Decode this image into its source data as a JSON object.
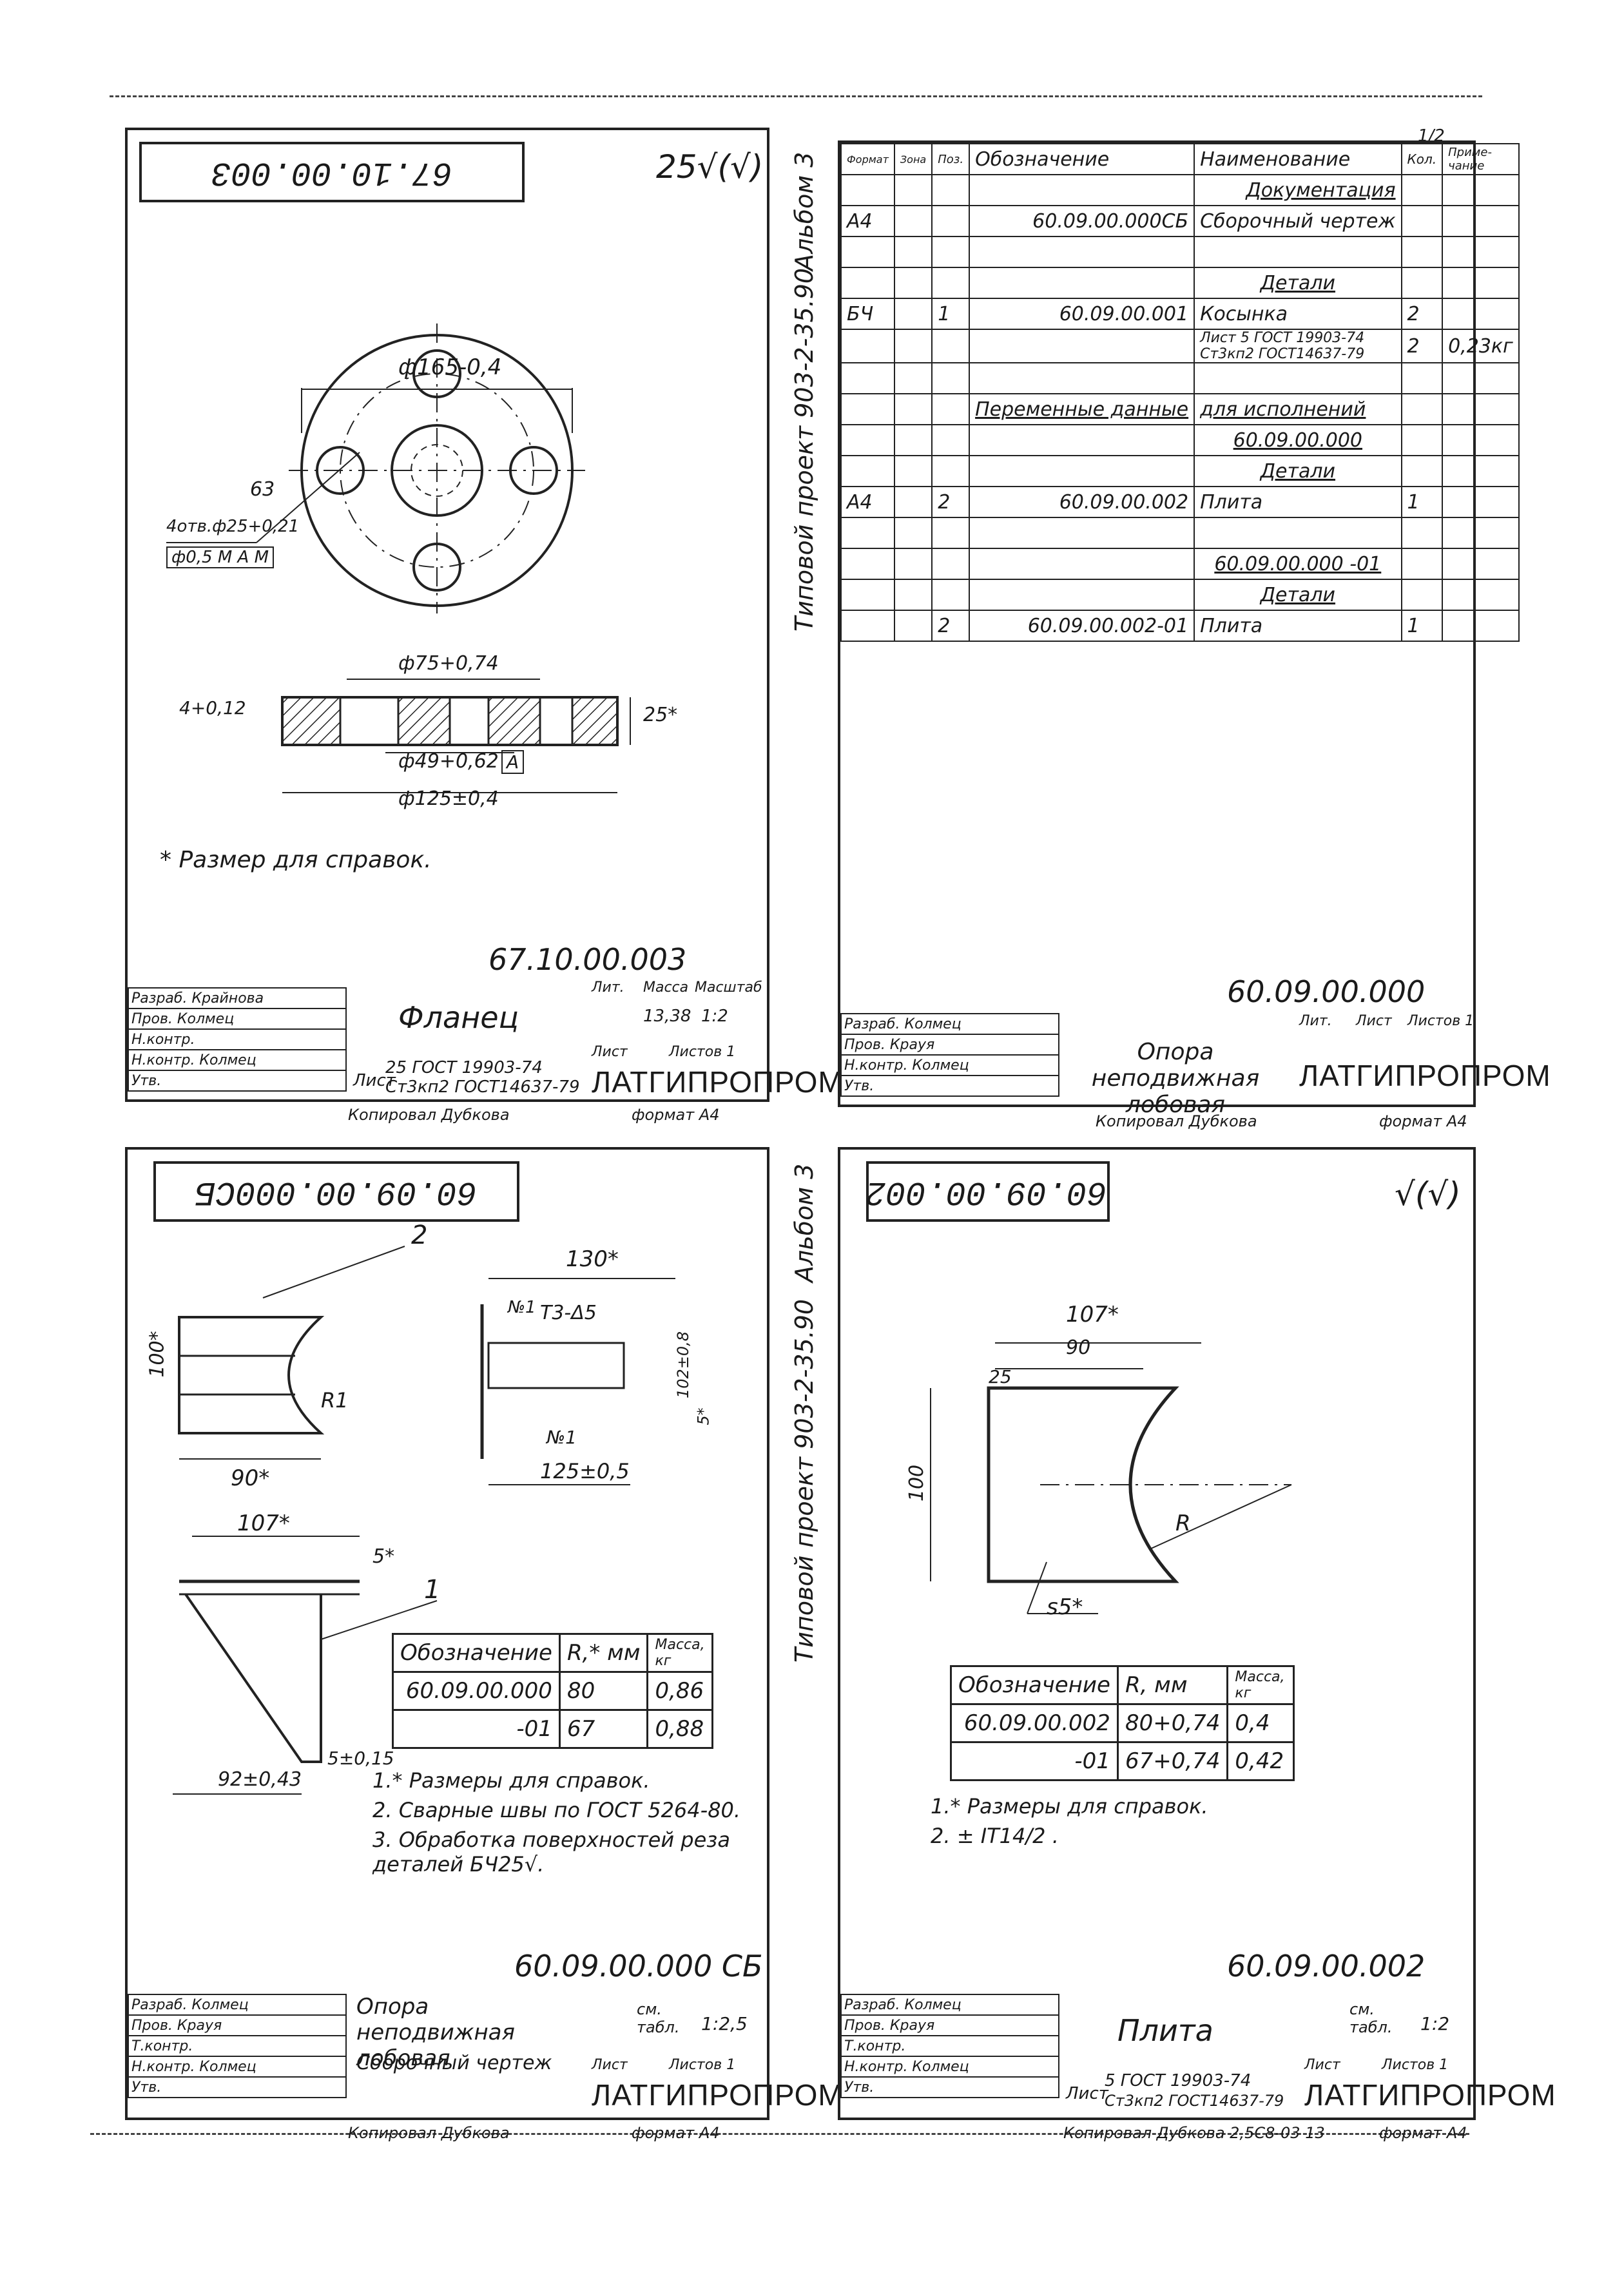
{
  "page": {
    "top_mark": "1/2",
    "album": "Альбом 3",
    "project": "Типовой проект 903-2-35.90",
    "format": "формат А4",
    "copier": "Копировал Дубкова",
    "bottom_note": "Копировал Дубкова 2,5С8-03 13"
  },
  "flange": {
    "code": "67.10.00.003",
    "roughness": "25√(√)",
    "dims": {
      "outer": "ф165-0,4",
      "hole": "4отв.ф25+0,21",
      "tol": "ф0,5 М А М",
      "angle": "63",
      "bore": "ф75+0,74",
      "inner": "ф49+0,62",
      "datum": "А",
      "pcd": "ф125±0,4",
      "thk": "25*",
      "chamfer": "4+0,12"
    },
    "note": "* Размер для справок.",
    "title_block": {
      "code": "67.10.00.003",
      "name": "Фланец",
      "mass": "13,38",
      "scale": "1:2",
      "sheet": "Лист",
      "sheets": "Листов 1",
      "material_top": "25 ГОСТ 19903-74",
      "material_bottom": "Ст3кп2 ГОСТ14637-79",
      "material_label": "Лист",
      "org": "ЛАТГИПРОПРОМ",
      "rows": [
        "Разраб. Крайнова",
        "Пров. Колмец",
        "Н.контр.",
        "Н.контр. Колмец",
        "Утв."
      ],
      "lit": "Лит.",
      "mass_label": "Масса",
      "scale_label": "Масштаб"
    }
  },
  "spec": {
    "headers": [
      "Формат",
      "Зона",
      "Поз.",
      "Обозначение",
      "Наименование",
      "Кол.",
      "Приме-чание"
    ],
    "rows": [
      [
        "",
        "",
        "",
        "",
        "Документация",
        "",
        ""
      ],
      [
        "А4",
        "",
        "",
        "60.09.00.000СБ",
        "Сборочный чертеж",
        "",
        ""
      ],
      [
        "",
        "",
        "",
        "",
        "",
        "",
        ""
      ],
      [
        "",
        "",
        "",
        "",
        "Детали",
        "",
        ""
      ],
      [
        "БЧ",
        "",
        "1",
        "60.09.00.001",
        "Косынка",
        "2",
        ""
      ],
      [
        "",
        "",
        "",
        "",
        "Лист 5 ГОСТ 19903-74 Ст3кп2 ГОСТ14637-79",
        "2",
        "0,23кг"
      ],
      [
        "",
        "",
        "",
        "",
        "",
        "",
        ""
      ],
      [
        "",
        "",
        "",
        "Переменные данные",
        "для исполнений",
        "",
        ""
      ],
      [
        "",
        "",
        "",
        "",
        "60.09.00.000",
        "",
        ""
      ],
      [
        "",
        "",
        "",
        "",
        "Детали",
        "",
        ""
      ],
      [
        "А4",
        "",
        "2",
        "60.09.00.002",
        "Плита",
        "1",
        ""
      ],
      [
        "",
        "",
        "",
        "",
        "",
        "",
        ""
      ],
      [
        "",
        "",
        "",
        "",
        "60.09.00.000 -01",
        "",
        ""
      ],
      [
        "",
        "",
        "",
        "",
        "Детали",
        "",
        ""
      ],
      [
        "",
        "",
        "2",
        "60.09.00.002-01",
        "Плита",
        "1",
        ""
      ]
    ],
    "title_block": {
      "code": "60.09.00.000",
      "name": "Опора неподвижная лобовая",
      "lit": "Лит.",
      "sheet": "Лист",
      "sheets": "Листов 1",
      "org": "ЛАТГИПРОПРОМ",
      "rows": [
        "Разраб. Колмец",
        "Пров. Крауя",
        "Н.контр. Колмец",
        "Утв."
      ]
    }
  },
  "assembly": {
    "code": "60.09.00.000СБ",
    "dims": {
      "w130": "130*",
      "weld": "Т3-Δ5",
      "n1a": "№1",
      "n1b": "№1",
      "w125": "125±0,5",
      "h100": "100*",
      "w90": "90*",
      "r": "R1",
      "w107": "107*",
      "h5": "5*",
      "d1": "1",
      "d2": "2",
      "w92": "92±0,43",
      "w5": "5±0,15",
      "s5": "5*",
      "h102": "102±0,8"
    },
    "table": {
      "headers": [
        "Обозначение",
        "R,* мм",
        "Масса, кг"
      ],
      "rows": [
        [
          "60.09.00.000",
          "80",
          "0,86"
        ],
        [
          "-01",
          "67",
          "0,88"
        ]
      ]
    },
    "notes": [
      "1.* Размеры для справок.",
      "2. Сварные швы по ГОСТ 5264-80.",
      "3. Обработка поверхностей реза деталей БЧ25√."
    ],
    "title_block": {
      "code": "60.09.00.000 СБ",
      "name": "Опора неподвижная лобовая",
      "subname": "Сборочный чертеж",
      "mass": "см. табл.",
      "scale": "1:2,5",
      "sheet": "Лист",
      "sheets": "Листов 1",
      "org": "ЛАТГИПРОПРОМ",
      "rows": [
        "Разраб. Колмец",
        "Пров. Крауя",
        "Т.контр.",
        "Н.контр. Колмец",
        "Утв."
      ]
    }
  },
  "plate": {
    "code": "60.09.00.002",
    "roughness": "√(√)",
    "dims": {
      "w107": "107*",
      "w90": "90",
      "r25": "25",
      "h100": "100",
      "r": "R",
      "s5": "s5*"
    },
    "table": {
      "headers": [
        "Обозначение",
        "R, мм",
        "Масса, кг"
      ],
      "rows": [
        [
          "60.09.00.002",
          "80+0,74",
          "0,4"
        ],
        [
          "-01",
          "67+0,74",
          "0,42"
        ]
      ]
    },
    "notes": [
      "1.* Размеры для справок.",
      "2. ± IT14/2 ."
    ],
    "title_block": {
      "code": "60.09.00.002",
      "name": "Плита",
      "mass": "см. табл.",
      "scale": "1:2",
      "sheet": "Лист",
      "sheets": "Листов 1",
      "material_top": "5 ГОСТ 19903-74",
      "material_bottom": "Ст3кп2 ГОСТ14637-79",
      "material_label": "Лист",
      "org": "ЛАТГИПРОПРОМ",
      "rows": [
        "Разраб. Колмец",
        "Пров. Крауя",
        "Т.контр.",
        "Н.контр. Колмец",
        "Утв."
      ]
    }
  }
}
